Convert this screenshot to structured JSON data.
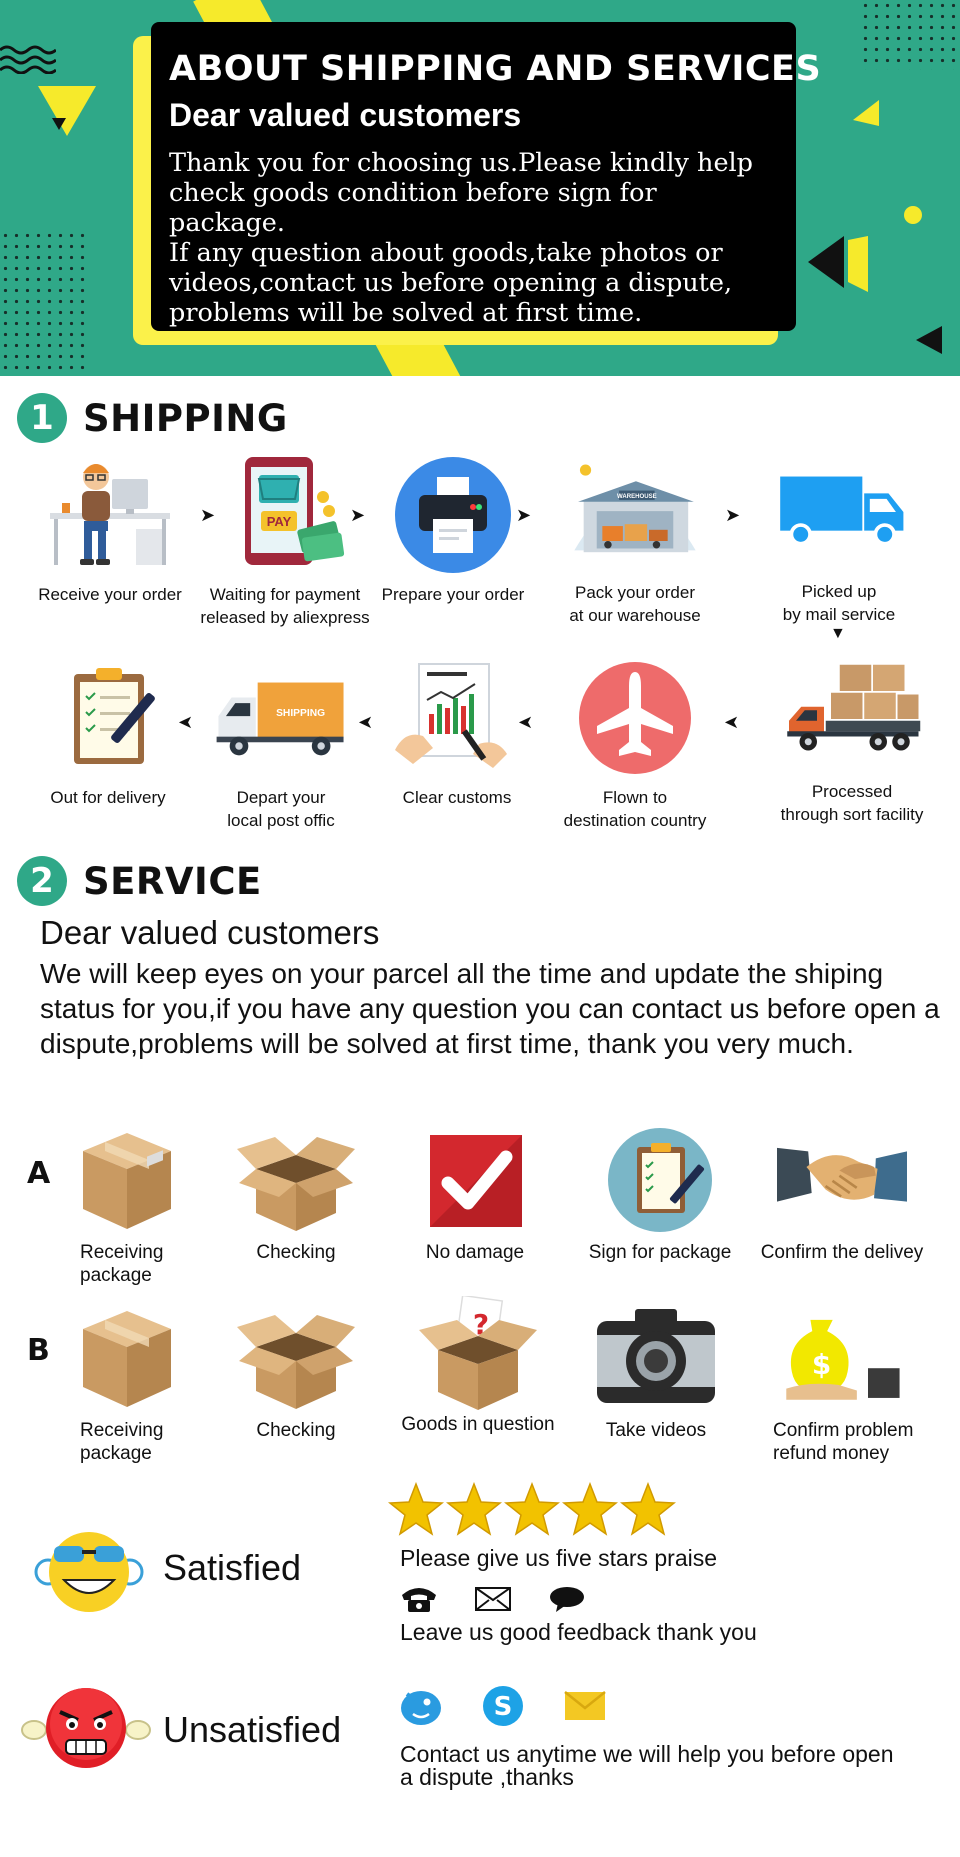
{
  "header": {
    "title": "ABOUT SHIPPING AND SERVICES",
    "subtitle": "Dear valued customers",
    "body": "Thank you for choosing us.Please kindly help\ncheck goods condition before sign for package.\nIf any question about goods,take photos or\nvideos,contact us before opening a dispute,\nproblems will be solved at first time."
  },
  "shipping": {
    "number": "1",
    "title": "SHIPPING",
    "row1": [
      {
        "icon": "person-at-desk-icon",
        "label": "Receive your order"
      },
      {
        "icon": "payment-tablet-icon",
        "label": "Waiting for payment\nreleased by aliexpress"
      },
      {
        "icon": "printer-icon",
        "label": "Prepare your order"
      },
      {
        "icon": "warehouse-icon",
        "label": "Pack your order\nat our warehouse"
      },
      {
        "icon": "delivery-truck-icon",
        "label": "Picked up\nby mail service"
      }
    ],
    "row2": [
      {
        "icon": "clipboard-pen-icon",
        "label": "Out for delivery"
      },
      {
        "icon": "shipping-truck-icon",
        "label": "Depart your\nlocal post offic",
        "truck_text": "SHIPPING"
      },
      {
        "icon": "customs-document-icon",
        "label": "Clear customs"
      },
      {
        "icon": "airplane-icon",
        "label": "Flown to\ndestination country"
      },
      {
        "icon": "cargo-truck-icon",
        "label": "Processed\nthrough sort facility"
      }
    ],
    "pay_text": "PAY",
    "warehouse_text": "WAREHOUSE"
  },
  "service": {
    "number": "2",
    "title": "SERVICE",
    "greeting": "Dear valued customers",
    "body": "We will keep eyes on your parcel all the time and update the shiping status for you,if you have any question you can contact us before open a dispute,problems will be solved at first time, thank you very much.",
    "row_a": {
      "label": "A",
      "items": [
        {
          "icon": "closed-box-icon",
          "label": "Receiving\npackage"
        },
        {
          "icon": "open-box-icon",
          "label": "Checking"
        },
        {
          "icon": "checkmark-icon",
          "label": "No damage"
        },
        {
          "icon": "sign-clipboard-icon",
          "label": "Sign for package"
        },
        {
          "icon": "handshake-icon",
          "label": "Confirm the delivey"
        }
      ]
    },
    "row_b": {
      "label": "B",
      "items": [
        {
          "icon": "closed-box-icon",
          "label": "Receiving\npackage"
        },
        {
          "icon": "open-box-icon",
          "label": "Checking"
        },
        {
          "icon": "question-box-icon",
          "label": "Goods in question",
          "mark": "?"
        },
        {
          "icon": "camera-icon",
          "label": "Take videos"
        },
        {
          "icon": "money-bag-icon",
          "label": "Confirm problem\nrefund money",
          "mark": "$"
        }
      ]
    }
  },
  "feedback": {
    "satisfied": {
      "label": "Satisfied",
      "stars": 5,
      "praise": "Please give us five stars praise",
      "icons": [
        "phone-icon",
        "envelope-icon",
        "chat-bubble-icon"
      ],
      "message": "Leave us good feedback thank you"
    },
    "unsatisfied": {
      "label": "Unsatisfied",
      "icons": [
        "messenger-bird-icon",
        "skype-icon",
        "mail-icon"
      ],
      "message": "Contact us anytime we will help you before open\na dispute ,thanks"
    }
  },
  "colors": {
    "teal": "#2fa888",
    "yellow": "#fbf14a",
    "black": "#000000",
    "star": "#f2c200"
  }
}
